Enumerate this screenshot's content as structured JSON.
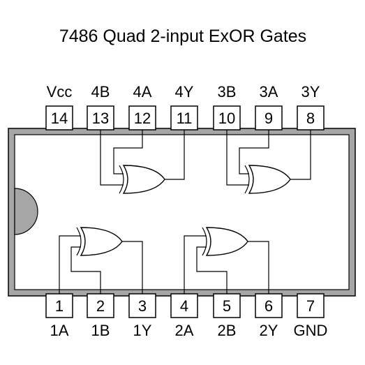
{
  "title": "7486 Quad 2-input ExOR Gates",
  "top_pins": [
    {
      "number": "14",
      "label": "Vcc"
    },
    {
      "number": "13",
      "label": "4B"
    },
    {
      "number": "12",
      "label": "4A"
    },
    {
      "number": "11",
      "label": "4Y"
    },
    {
      "number": "10",
      "label": "3B"
    },
    {
      "number": "9",
      "label": "3A"
    },
    {
      "number": "8",
      "label": "3Y"
    }
  ],
  "bottom_pins": [
    {
      "number": "1",
      "label": "1A"
    },
    {
      "number": "2",
      "label": "1B"
    },
    {
      "number": "3",
      "label": "1Y"
    },
    {
      "number": "4",
      "label": "2A"
    },
    {
      "number": "5",
      "label": "2B"
    },
    {
      "number": "6",
      "label": "2Y"
    },
    {
      "number": "7",
      "label": "GND"
    }
  ],
  "colors": {
    "package_body": "#a6a6a6",
    "package_inner": "#ffffff",
    "notch": "#a6a6a6",
    "line": "#000000"
  }
}
